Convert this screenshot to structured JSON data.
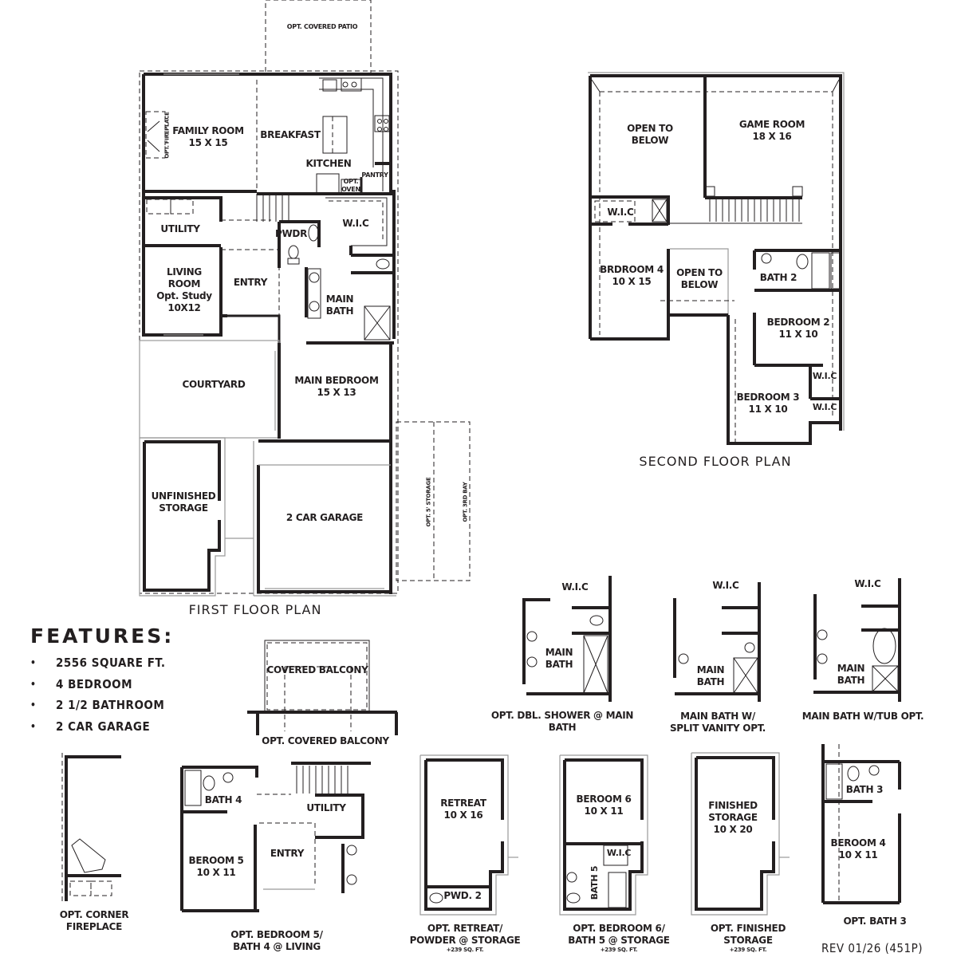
{
  "first_floor": {
    "title": "FIRST FLOOR PLAN",
    "rooms": {
      "covered_patio": "OPT. COVERED PATIO",
      "fireplace": "OPT. FIREPLACE",
      "family_room": {
        "name": "FAMILY ROOM",
        "size": "15 X 15"
      },
      "breakfast": "BREAKFAST",
      "kitchen": "KITCHEN",
      "pantry": "PANTRY",
      "oven": {
        "line1": "OPT.",
        "line2": "OVEN"
      },
      "utility": "UTILITY",
      "pwdr": "PWDR",
      "wic": "W.I.C",
      "living_room": {
        "line1": "LIVING",
        "line2": "ROOM",
        "line3": "Opt. Study",
        "size": "10X12"
      },
      "entry": "ENTRY",
      "main_bath": {
        "line1": "MAIN",
        "line2": "BATH"
      },
      "courtyard": "COURTYARD",
      "main_bedroom": {
        "name": "MAIN BEDROOM",
        "size": "15 X 13"
      },
      "unfinished_storage": {
        "line1": "UNFINISHED",
        "line2": "STORAGE"
      },
      "garage": "2 CAR GARAGE",
      "opt_storage": "OPT. 5' STORAGE",
      "opt_bay": "OPT. 3RD BAY"
    }
  },
  "second_floor": {
    "title": "SECOND FLOOR PLAN",
    "rooms": {
      "open_to_below_1": {
        "line1": "OPEN TO",
        "line2": "BELOW"
      },
      "game_room": {
        "name": "GAME ROOM",
        "size": "18 X 16"
      },
      "wic_1": "W.I.C",
      "bedroom_4": {
        "name": "BRDROOM 4",
        "size": "10 X 15"
      },
      "open_to_below_2": {
        "line1": "OPEN TO",
        "line2": "BELOW"
      },
      "bath_2": "BATH 2",
      "bedroom_2": {
        "name": "BEDROOM 2",
        "size": "11 X 10"
      },
      "wic_2": "W.I.C",
      "bedroom_3": {
        "name": "BEDROOM 3",
        "size": "11 X 10"
      },
      "wic_3": "W.I.C"
    }
  },
  "features": {
    "heading": "FEATURES:",
    "items": [
      "2556 SQUARE FT.",
      "4 BEDROOM",
      "2 1/2 BATHROOM",
      "2 CAR GARAGE"
    ]
  },
  "options": {
    "covered_balcony": {
      "room": "COVERED BALCONY",
      "caption": "OPT. COVERED BALCONY"
    },
    "dbl_shower": {
      "wic": "W.I.C",
      "bath_line1": "MAIN",
      "bath_line2": "BATH",
      "caption_line1": "OPT. DBL. SHOWER @ MAIN",
      "caption_line2": "BATH"
    },
    "split_vanity": {
      "wic": "W.I.C",
      "bath_line1": "MAIN",
      "bath_line2": "BATH",
      "caption_line1": "MAIN BATH W/",
      "caption_line2": "SPLIT VANITY OPT."
    },
    "tub": {
      "wic": "W.I.C",
      "bath_line1": "MAIN",
      "bath_line2": "BATH",
      "caption_line1": "MAIN BATH W/TUB OPT."
    },
    "corner_fireplace": {
      "caption_line1": "OPT. CORNER",
      "caption_line2": "FIREPLACE"
    },
    "bedroom5": {
      "bath": "BATH 4",
      "utility": "UTILITY",
      "bedroom": "BEROOM 5",
      "size": "10 X 11",
      "entry": "ENTRY",
      "caption_line1": "OPT. BEDROOM 5/",
      "caption_line2": "BATH 4 @ LIVING"
    },
    "retreat": {
      "room": "RETREAT",
      "size": "10 X 16",
      "pwd": "PWD. 2",
      "caption_line1": "OPT. RETREAT/",
      "caption_line2": "POWDER @ STORAGE",
      "area": "+239 SQ. FT."
    },
    "bedroom6": {
      "room": "BEROOM 6",
      "size": "10 X 11",
      "wic": "W.I.C",
      "bath": "BATH 5",
      "caption_line1": "OPT. BEDROOM 6/",
      "caption_line2": "BATH 5 @ STORAGE",
      "area": "+239 SQ. FT."
    },
    "finished_storage": {
      "line1": "FINISHED",
      "line2": "STORAGE",
      "size": "10 X 20",
      "caption_line1": "OPT.  FINISHED",
      "caption_line2": "STORAGE",
      "area": "+239 SQ. FT."
    },
    "bath3": {
      "bath": "BATH 3",
      "bedroom": "BEROOM 4",
      "size": "10 X 11",
      "caption": "OPT. BATH 3"
    }
  },
  "revision": "REV 01/26 (451P)"
}
